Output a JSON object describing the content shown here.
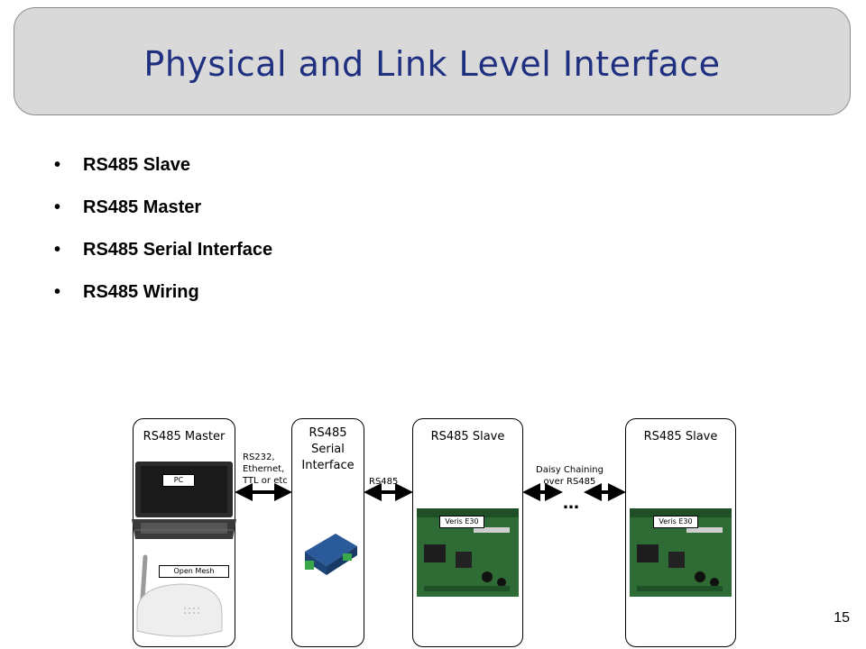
{
  "title": "Physical and Link Level Interface",
  "bullets": [
    "RS485 Slave",
    "RS485 Master",
    "RS485 Serial Interface",
    "RS485 Wiring"
  ],
  "diagram": {
    "master": {
      "title": "RS485 Master",
      "pc_tag": "PC",
      "openmesh_tag": "Open Mesh"
    },
    "serial": {
      "title_line1": "RS485",
      "title_line2": "Serial",
      "title_line3": "Interface"
    },
    "slave1": {
      "title": "RS485 Slave",
      "board_tag": "Veris E30"
    },
    "slave2": {
      "title": "RS485 Slave",
      "board_tag": "Veris E30"
    },
    "link1": {
      "line1": "RS232,",
      "line2": "Ethernet,",
      "line3": "TTL or etc"
    },
    "link2": {
      "line1": "RS485"
    },
    "link3": {
      "line1": "Daisy Chaining",
      "line2": "over RS485"
    },
    "ellipsis": "…"
  },
  "page_number": "15"
}
